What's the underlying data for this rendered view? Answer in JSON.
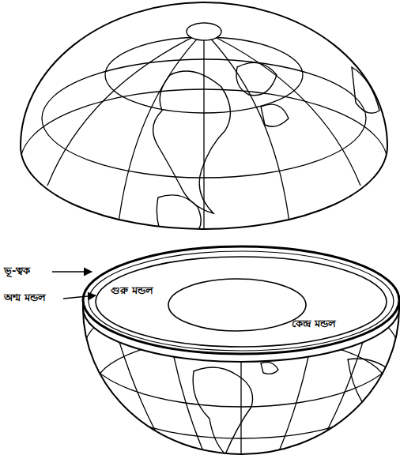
{
  "diagram": {
    "nodes": [
      {
        "text": [
          "গুরু মন্ডল"
        ]
      },
      {
        "text": [
          "কেন্দ্র মন্ডল"
        ],
        "in": 0
      }
    ],
    "labels": [
      "ভূ-ত্বক",
      "অশ্ম মন্ডল"
    ]
  }
}
